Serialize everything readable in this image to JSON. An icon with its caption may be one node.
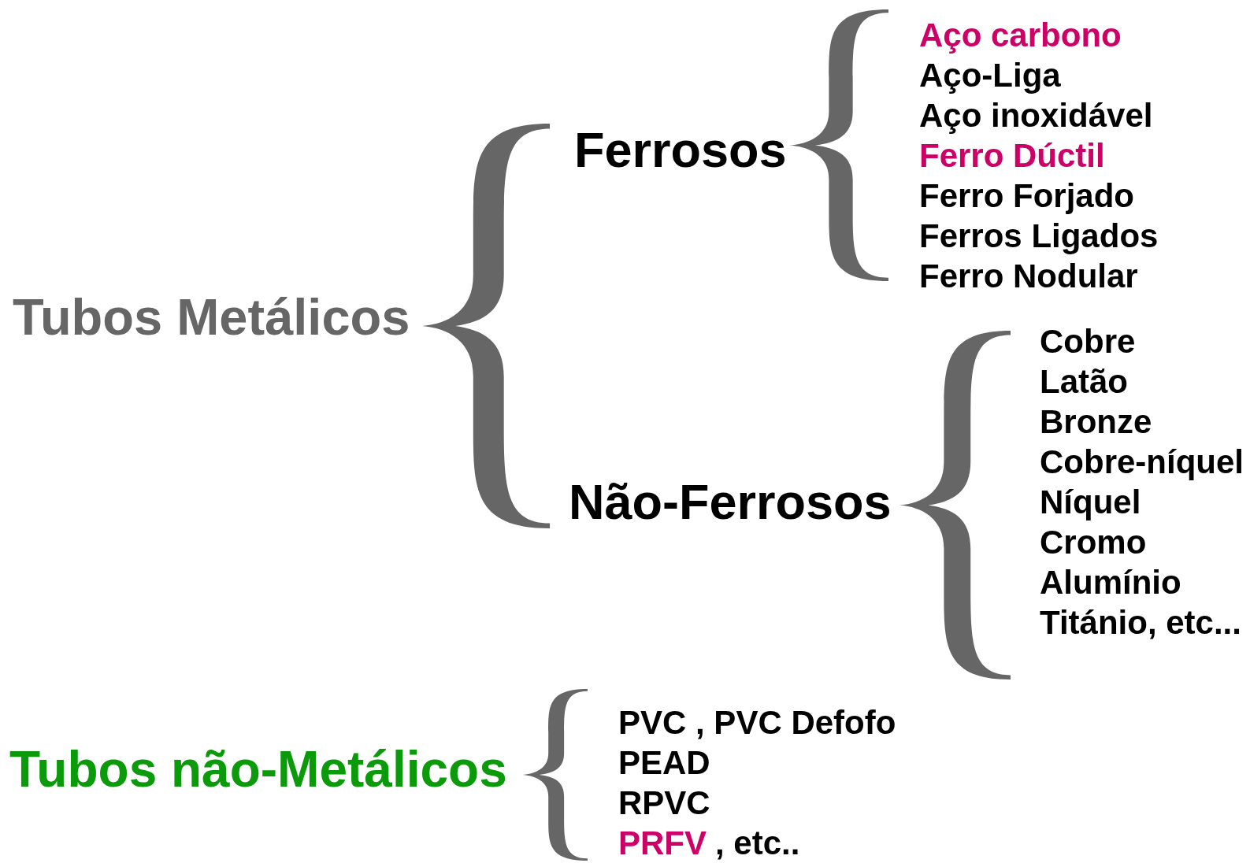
{
  "diagram": {
    "nodes": [
      {
        "text": [],
        "shape": "brace"
      },
      {
        "text": [],
        "shape": "brace"
      },
      {
        "text": [],
        "shape": "brace"
      },
      {
        "text": [],
        "shape": "brace"
      }
    ],
    "labels": [
      "Tubos Metálicos",
      "Ferrosos",
      "Aço carbono",
      "Aço-Liga",
      "Aço inoxidável",
      "Ferro Dúctil",
      "Ferro Forjado",
      "Ferros Ligados",
      "Ferro Nodular",
      "Não-Ferrosos",
      "Cobre",
      "Latão",
      "Bronze",
      "Cobre-níquel",
      "Níquel",
      "Cromo",
      "Alumínio",
      "Titánio, etc...",
      "Tubos não-Metálicos",
      "PVC , PVC Defofo",
      "PEAD",
      "RPVC",
      "PRFV",
      ", etc.."
    ]
  }
}
